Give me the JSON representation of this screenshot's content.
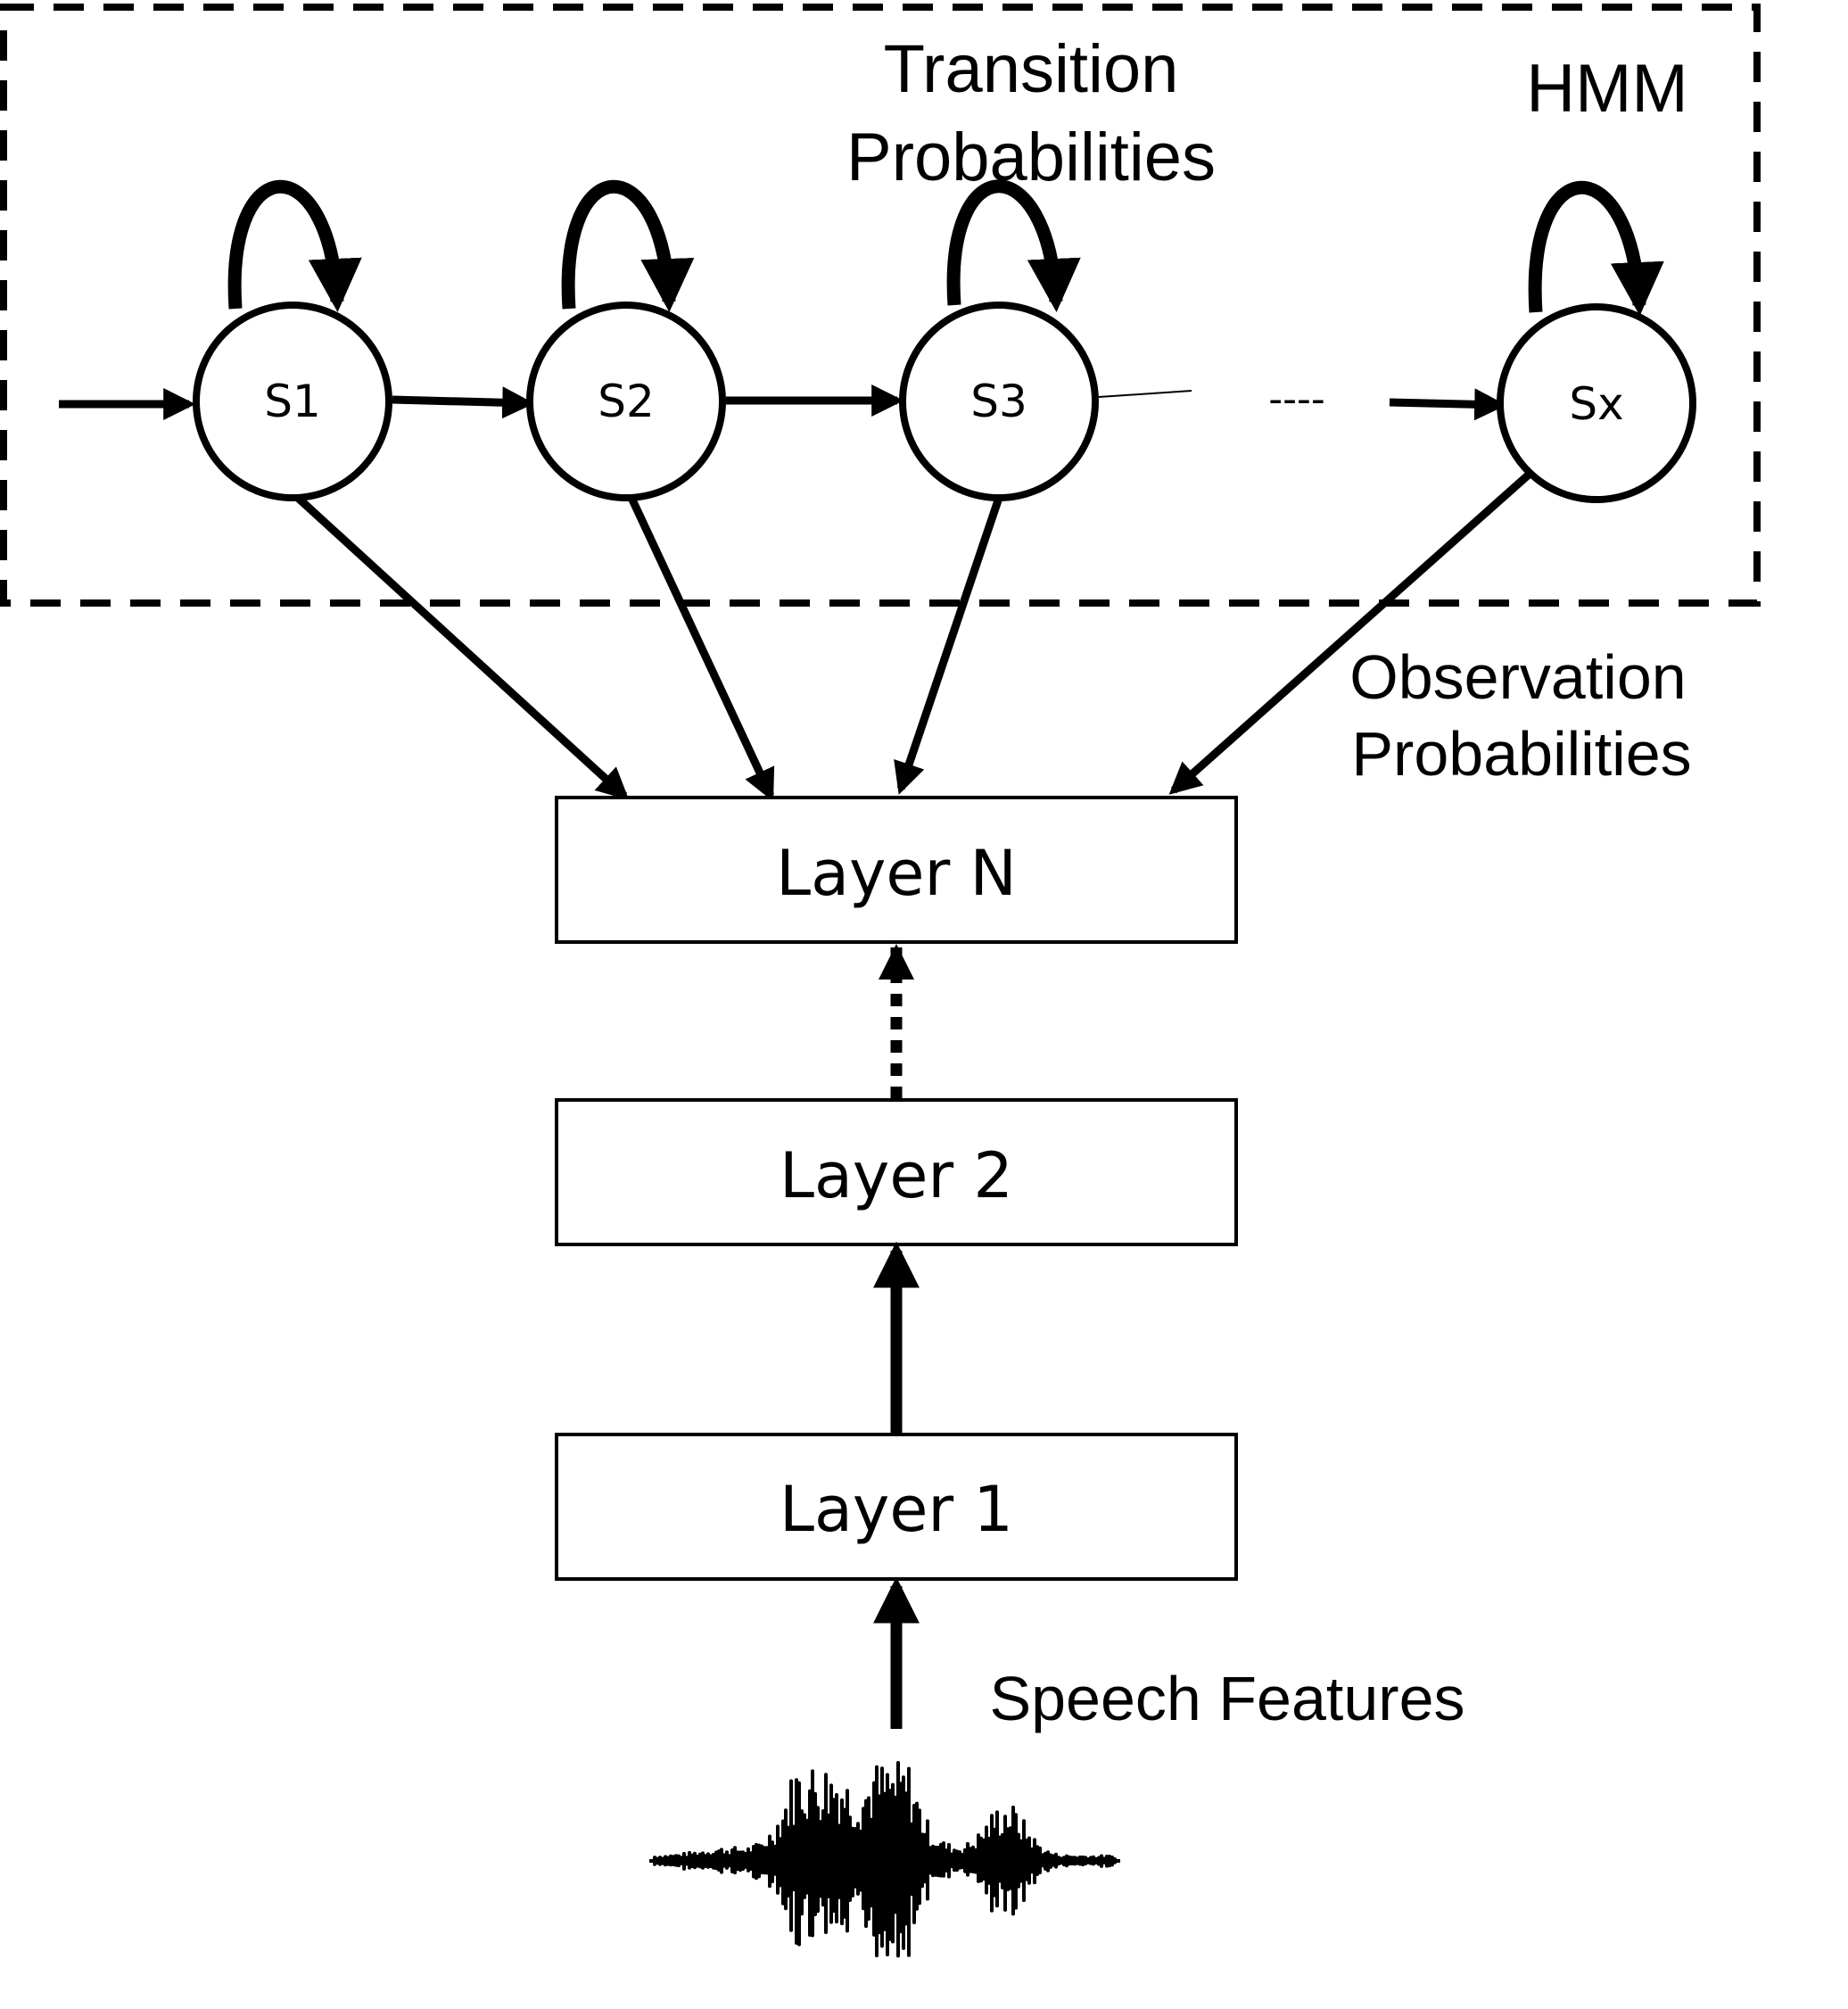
{
  "hmm": {
    "label": "HMM",
    "transition_label_line1": "Transition",
    "transition_label_line2": "Probabilities",
    "states": [
      {
        "label": "S1"
      },
      {
        "label": "S2"
      },
      {
        "label": "S3"
      },
      {
        "label": "Sx"
      }
    ],
    "ellipsis": "----"
  },
  "observation_label_line1": "Observation",
  "observation_label_line2": "Probabilities",
  "layers": [
    {
      "label": "Layer N"
    },
    {
      "label": "Layer 2"
    },
    {
      "label": "Layer 1"
    }
  ],
  "input_label": "Speech Features",
  "colors": {
    "stroke": "#000000",
    "background": "#ffffff"
  }
}
